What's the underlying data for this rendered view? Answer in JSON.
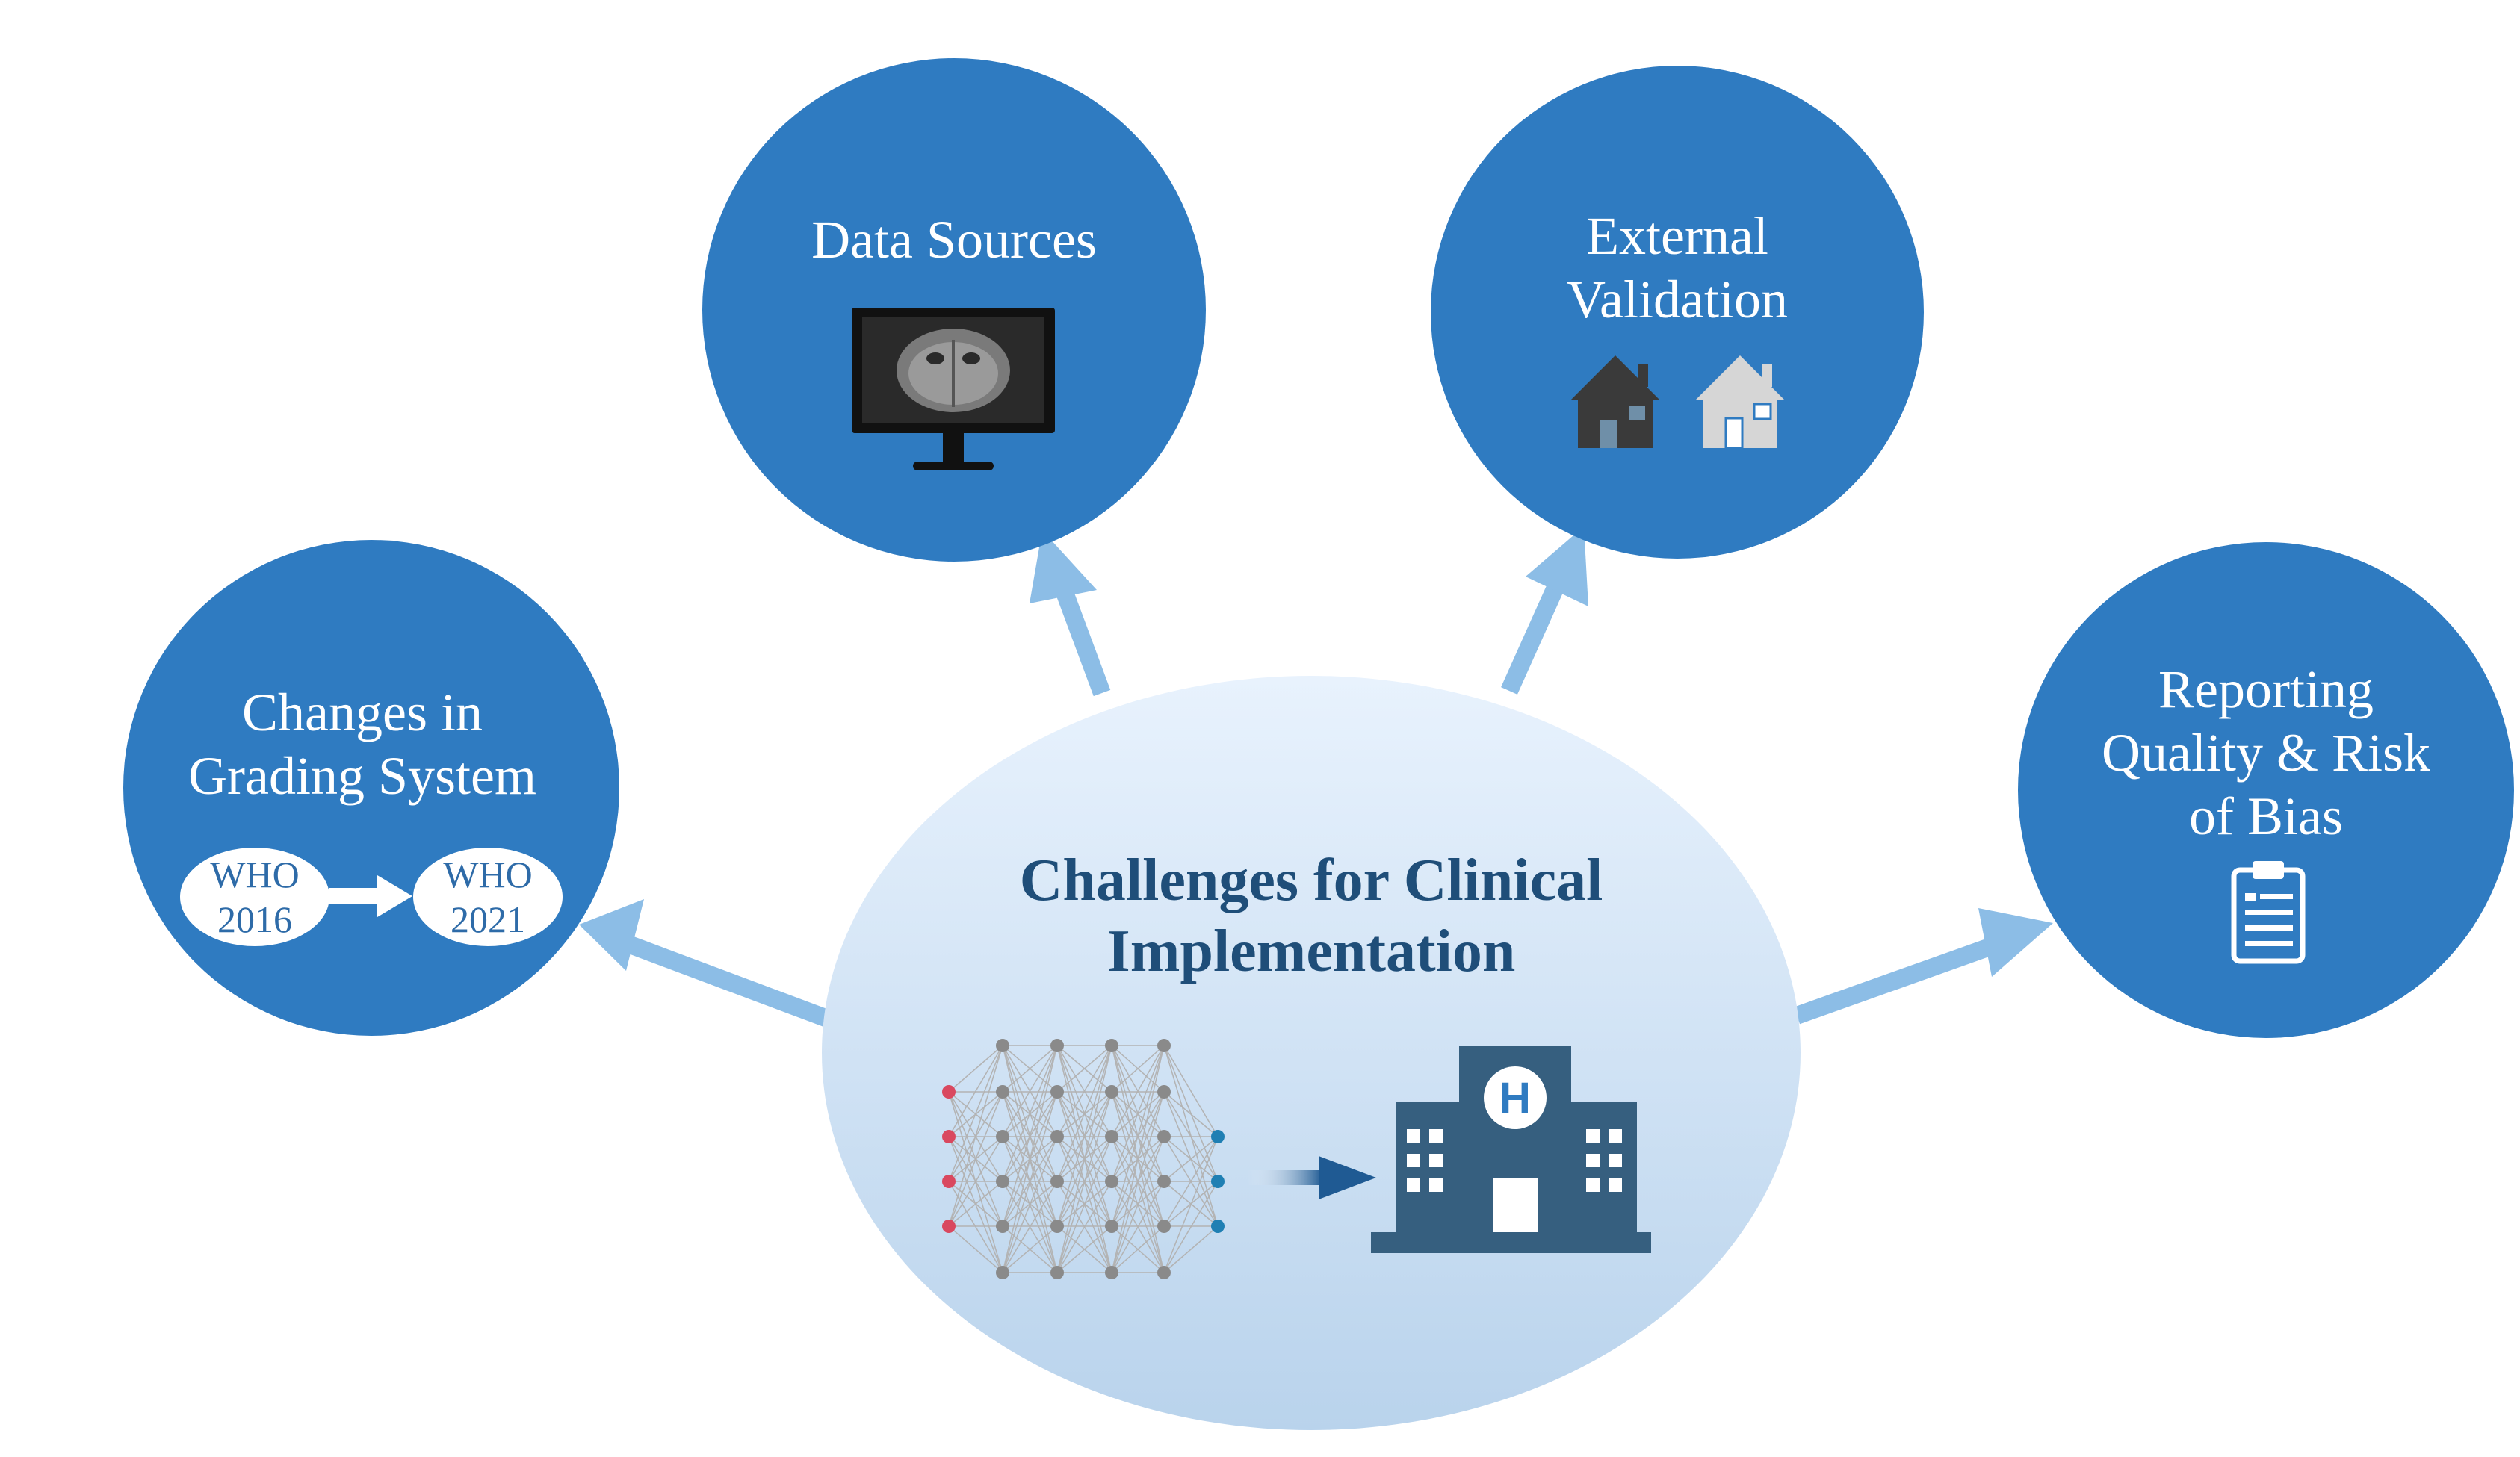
{
  "colors": {
    "node_fill": "#2f7bc1",
    "arrow": "#8cbde6",
    "center_top": "#e8f2fd",
    "center_bottom": "#b9d3ec",
    "center_text": "#1f4e79",
    "hospital": "#365f7f"
  },
  "center": {
    "title_line1": "Challenges for Clinical",
    "title_line2": "Implementation",
    "icons": [
      "neural-network-icon",
      "arrow-right-icon",
      "hospital-icon"
    ],
    "hospital_letter": "H"
  },
  "nodes": {
    "grading": {
      "line1": "Changes in",
      "line2": "Grading System",
      "who_old_line1": "WHO",
      "who_old_line2": "2016",
      "who_new_line1": "WHO",
      "who_new_line2": "2021"
    },
    "data_sources": {
      "line1": "Data Sources",
      "icon": "monitor-brain-scan-icon"
    },
    "external_validation": {
      "line1": "External",
      "line2": "Validation",
      "icon": "houses-icon"
    },
    "reporting": {
      "line1": "Reporting",
      "line2": "Quality & Risk",
      "line3": "of Bias",
      "icon": "clipboard-icon"
    }
  }
}
